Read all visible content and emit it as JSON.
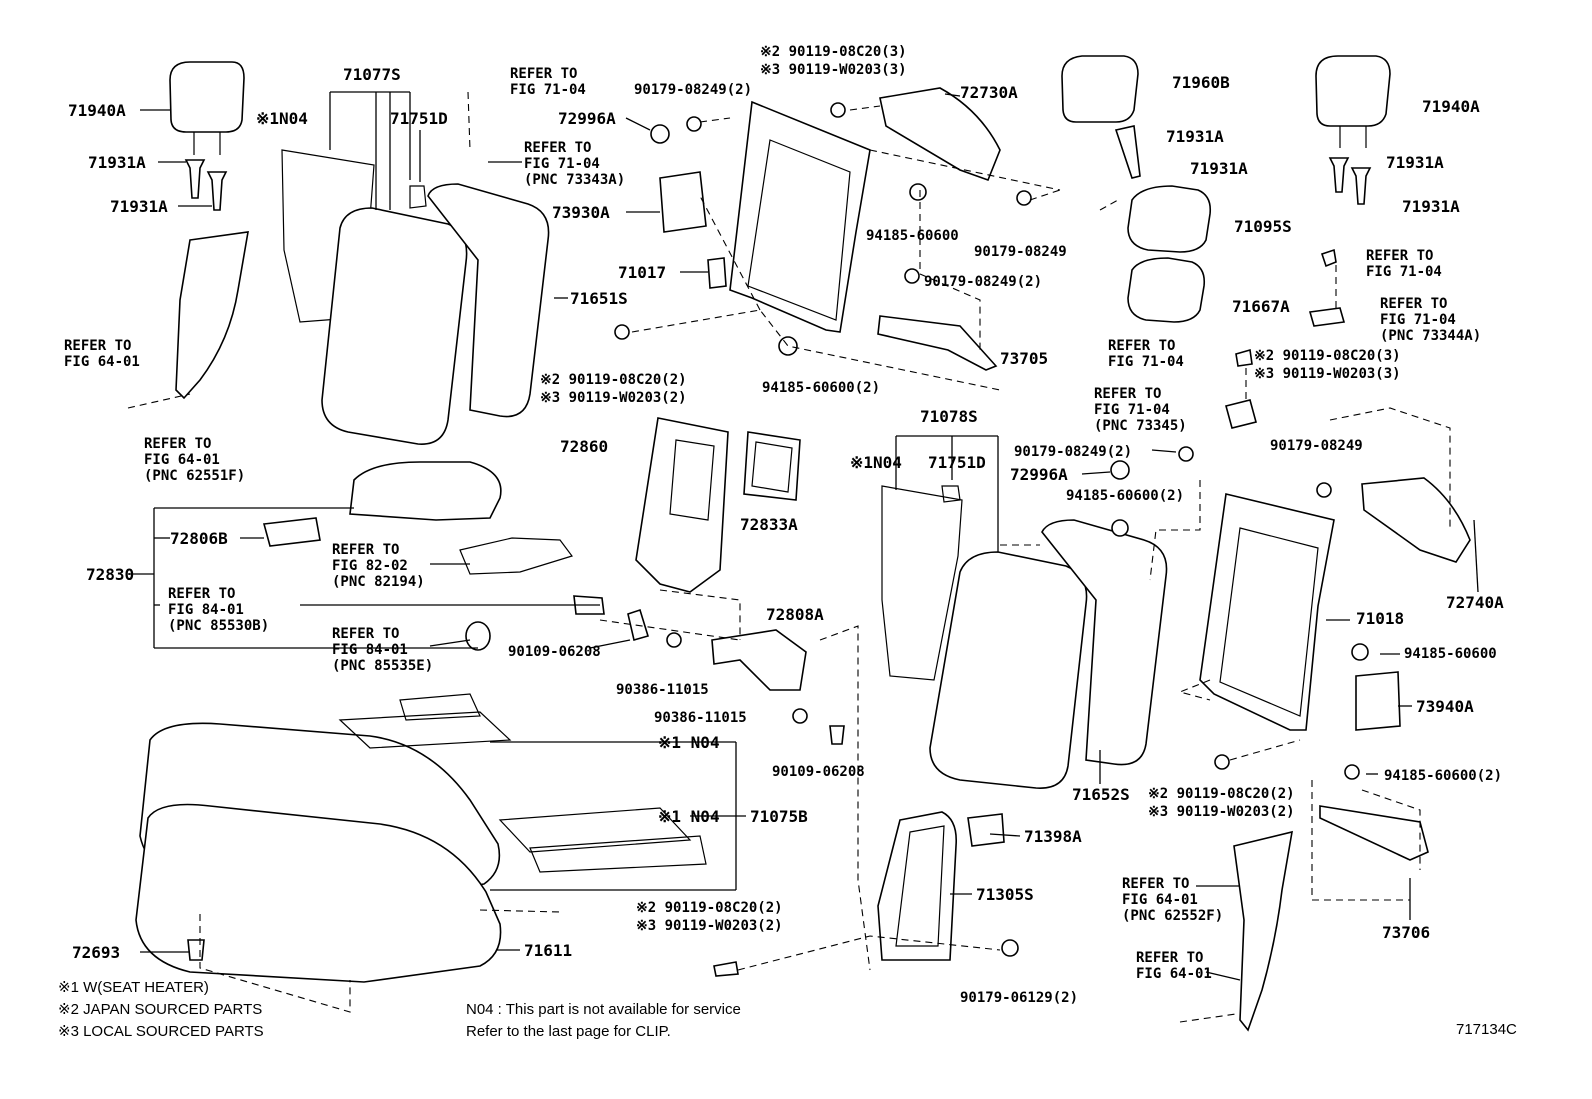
{
  "diagram": {
    "labels": {
      "l71077S": "71077S",
      "l71940A_left": "71940A",
      "l71931A_l1": "71931A",
      "l71931A_l2": "71931A",
      "l71751D_1": "71751D",
      "lN04_1": "※1N04",
      "l71651S": "71651S",
      "l73930A": "73930A",
      "l71017": "71017",
      "l72996A_1": "72996A",
      "l90179_08249_2a": "90179-08249(2)",
      "l90119_08C20_3a": "※2 90119-08C20(3)",
      "l90119_W0203_3a": "※3 90119-W0203(3)",
      "l72730A": "72730A",
      "l94185_60600_a": "94185-60600",
      "l90179_08249_a": "90179-08249",
      "l90179_08249_2b": "90179-08249(2)",
      "l73705": "73705",
      "l94185_60600_2a": "94185-60600(2)",
      "l90119_08C20_2a": "※2 90119-08C20(2)",
      "l90119_W0203_2a": "※3 90119-W0203(2)",
      "l71960B": "71960B",
      "l71931A_m1": "71931A",
      "l71931A_m2": "71931A",
      "l71095S": "71095S",
      "l71667A": "71667A",
      "l71940A_right": "71940A",
      "l71931A_r1": "71931A",
      "l71931A_r2": "71931A",
      "l72860": "72860",
      "l72833A": "72833A",
      "l72830": "72830",
      "l72806B": "72806B",
      "l72808A": "72808A",
      "l90109_06208_a": "90109-06208",
      "l90386_11015_a": "90386-11015",
      "l90386_11015_b": "90386-11015",
      "l90109_06208_b": "90109-06208",
      "l71078S": "71078S",
      "lN04_2": "※1N04",
      "l71751D_2": "71751D",
      "l90179_08249_2c": "90179-08249(2)",
      "l72996A_2": "72996A",
      "l94185_60600_2b": "94185-60600(2)",
      "l90119_08C20_3b": "※2 90119-08C20(3)",
      "l90119_W0203_3b": "※3 90119-W0203(3)",
      "l90179_08249_b": "90179-08249",
      "l72740A": "72740A",
      "l71018": "71018",
      "l94185_60600_b": "94185-60600",
      "l73940A": "73940A",
      "l94185_60600_2c": "94185-60600(2)",
      "l71652S": "71652S",
      "l90119_08C20_2b": "※2 90119-08C20(2)",
      "l90119_W0203_2b": "※3 90119-W0203(2)",
      "l73706": "73706",
      "lN04_3": "※1 N04",
      "lN04_4": "※1 N04",
      "l71075B": "71075B",
      "l71398A": "71398A",
      "l71305S": "71305S",
      "l90119_08C20_2c": "※2 90119-08C20(2)",
      "l90119_W0203_2c": "※3 90119-W0203(2)",
      "l90179_06129_2": "90179-06129(2)",
      "l72693": "72693",
      "l71611": "71611",
      "code": "717134C"
    },
    "refs": {
      "r1a": "REFER TO",
      "r1b": "FIG 71-04",
      "r2a": "REFER TO",
      "r2b": "FIG 71-04",
      "r2c": "(PNC 73343A)",
      "r3a": "REFER TO",
      "r3b": "FIG 64-01",
      "r4a": "REFER TO",
      "r4b": "FIG 64-01",
      "r4c": "(PNC 62551F)",
      "r5a": "REFER TO",
      "r5b": "FIG 82-02",
      "r5c": "(PNC 82194)",
      "r6a": "REFER TO",
      "r6b": "FIG 84-01",
      "r6c": "(PNC 85530B)",
      "r7a": "REFER TO",
      "r7b": "FIG 84-01",
      "r7c": "(PNC 85535E)",
      "r8a": "REFER TO",
      "r8b": "FIG 71-04",
      "r9a": "REFER TO",
      "r9b": "FIG 71-04",
      "r9c": "(PNC 73344A)",
      "r10a": "REFER TO",
      "r10b": "FIG 71-04",
      "r11a": "REFER TO",
      "r11b": "FIG 71-04",
      "r11c": "(PNC 73345)",
      "r12a": "REFER TO",
      "r12b": "FIG 64-01",
      "r12c": "(PNC 62552F)",
      "r13a": "REFER TO",
      "r13b": "FIG 64-01"
    },
    "notes": {
      "n1": "※1 W(SEAT HEATER)",
      "n2": "※2 JAPAN SOURCED PARTS",
      "n3": "※3 LOCAL SOURCED PARTS",
      "n4": "N04 : This part is not available for service",
      "n5": "Refer to the last page for CLIP."
    }
  }
}
